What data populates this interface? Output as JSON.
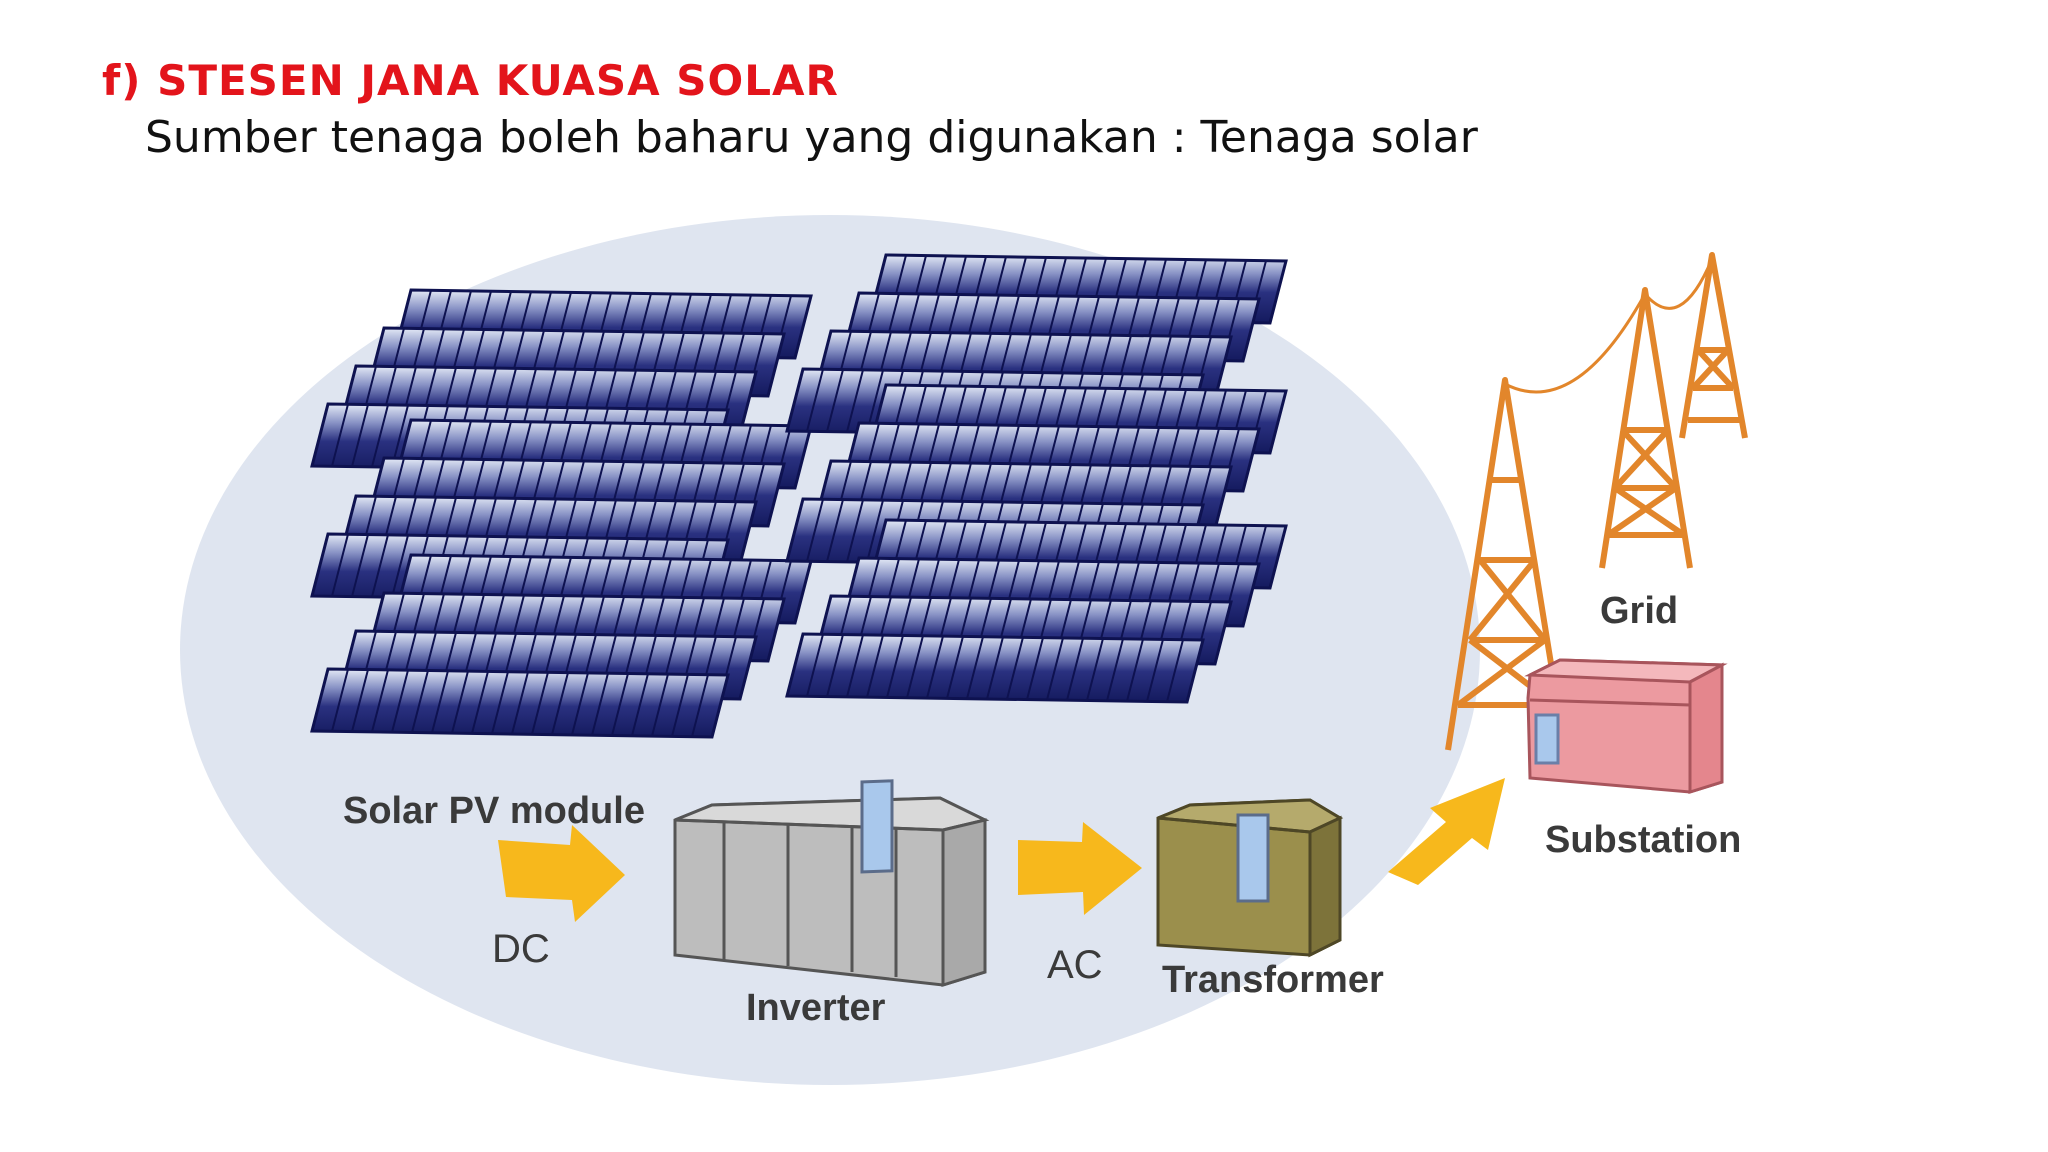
{
  "slide": {
    "title": "f) STESEN JANA KUASA SOLAR",
    "subtitle": "Sumber tenaga boleh baharu yang digunakan : Tenaga solar"
  },
  "diagram": {
    "labels": {
      "solar_module": "Solar PV module",
      "dc": "DC",
      "inverter": "Inverter",
      "ac": "AC",
      "transformer": "Transformer",
      "grid": "Grid",
      "substation": "Substation"
    },
    "colors": {
      "title": "#e3141b",
      "ellipse": "#dfe5f0",
      "panel": "#1b2370",
      "panel_highlight": "#dfe6f4",
      "arrow": "#f7b81c",
      "inverter": "#bdbdbd",
      "transformer": "#9b8f4c",
      "substation": "#ec9aa0",
      "tower": "#e2862b",
      "window": "#a9c8ec"
    }
  }
}
